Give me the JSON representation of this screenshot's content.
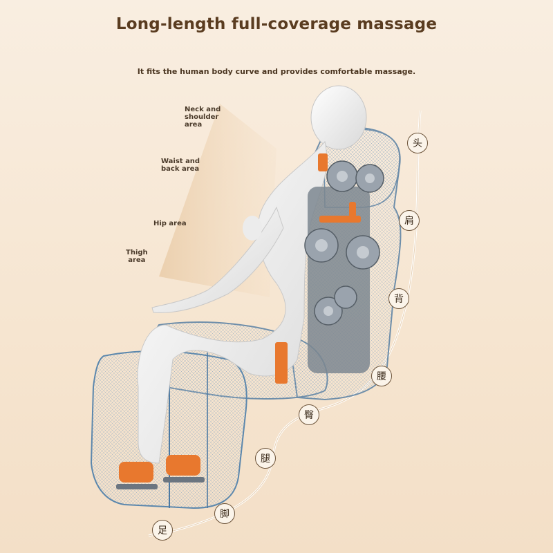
{
  "header": {
    "title": "Long-length full-coverage massage",
    "subtitle": "It fits the human body curve and provides comfortable massage."
  },
  "areas": {
    "neck_line1": "Neck and",
    "neck_line2": "shoulder",
    "neck_line3": "area",
    "waist_line1": "Waist and",
    "waist_line2": "back area",
    "hip": "Hip area",
    "thigh_line1": "Thigh",
    "thigh_line2": "area"
  },
  "zones": {
    "head": "头",
    "shoulder": "肩",
    "back": "背",
    "waist": "腰",
    "buttock": "臀",
    "leg": "腿",
    "foot": "脚",
    "sole": "足"
  },
  "colors": {
    "accent": "#e8782e",
    "text": "#5a3c20",
    "mesh": "#7d97b0",
    "badge_border": "#6b5238"
  }
}
